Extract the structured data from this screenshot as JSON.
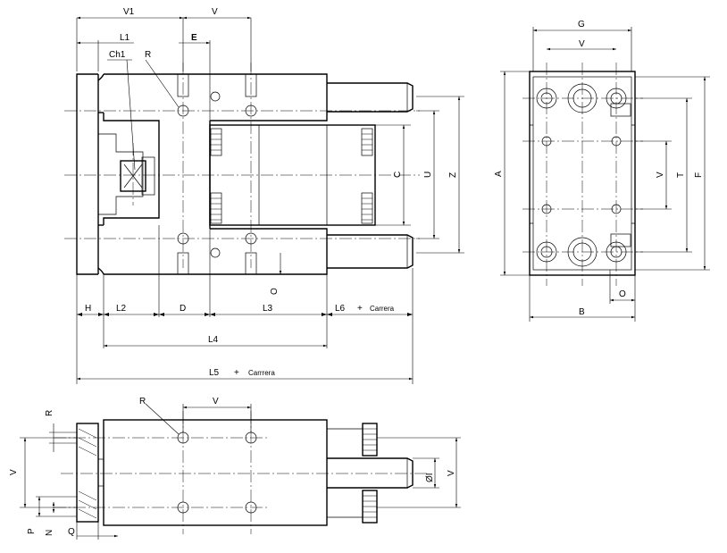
{
  "top_view": {
    "labels": {
      "V1": "V1",
      "V_top": "V",
      "L1": "L1",
      "E": "E",
      "Ch1": "Ch1",
      "R": "R",
      "C": "C",
      "U": "U",
      "Z": "Z",
      "O": "O",
      "H": "H",
      "L2": "L2",
      "D": "D",
      "L3": "L3",
      "L6": "L6",
      "plus1": "+",
      "carrera": "Carrera",
      "L4": "L4",
      "L5": "L5",
      "plus2": "+",
      "carrrera": "Carrrera"
    }
  },
  "end_view": {
    "labels": {
      "G": "G",
      "V_top": "V",
      "A": "A",
      "V_side": "V",
      "T": "T",
      "F": "F",
      "B": "B",
      "O": "O"
    }
  },
  "side_view": {
    "labels": {
      "R_left": "R",
      "V_left": "V",
      "P": "P",
      "N": "N",
      "Q": "Q",
      "R_top": "R",
      "V_top": "V",
      "phi_l": "ØI",
      "V_right": "V"
    }
  }
}
